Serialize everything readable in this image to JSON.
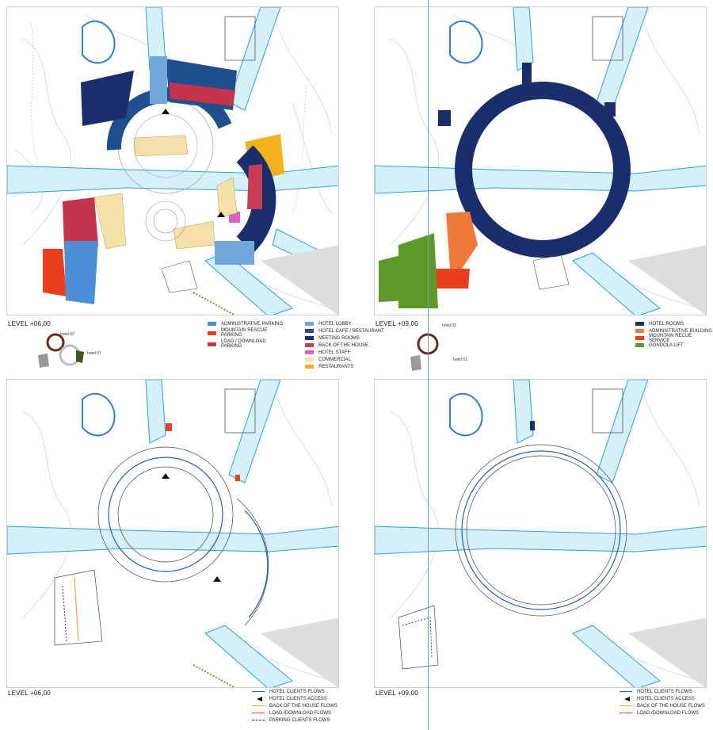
{
  "panels": [
    {
      "id": "top-left",
      "level": "LEVEL +06,00",
      "legend": [
        {
          "label": "ADMINISTRATIVE PARKING",
          "color": "#4d8fd6"
        },
        {
          "label": "MOUNTAIN RESCUE PARKING",
          "color": "#e8401c"
        },
        {
          "label": "LOAD / DOWNLOAD PARKING",
          "color": "#c4344d"
        },
        {
          "label": "HOTEL LOBBY",
          "color": "#6fa6dc"
        },
        {
          "label": "HOTEL CAFE / RESTAURANT",
          "color": "#1f4f8e"
        },
        {
          "label": "MEETING ROOMS",
          "color": "#1a2e6b"
        },
        {
          "label": "BACK OF THE HOUSE",
          "color": "#c63c53"
        },
        {
          "label": "HOTEL STAFF",
          "color": "#d862c6"
        },
        {
          "label": "COMMERCIAL",
          "color": "#f4e0a8"
        },
        {
          "label": "RESTAURANTS",
          "color": "#f2b21e"
        }
      ],
      "mini_labels": [
        "hotel 02",
        "hotel 01"
      ]
    },
    {
      "id": "top-right",
      "level": "LEVEL +09,00",
      "legend": [
        {
          "label": "HOTEL ROOMS",
          "color": "#1a2e6b"
        },
        {
          "label": "ADMINISTRATIVE BUILDING",
          "color": "#f07a3a"
        },
        {
          "label": "MOUNTAIN RECUE SERVICE",
          "color": "#e8401c"
        },
        {
          "label": "GONDOLA LIFT",
          "color": "#5e9a2a"
        }
      ],
      "mini_labels": [
        "hotel 02",
        "hotel 01"
      ]
    },
    {
      "id": "bottom-left",
      "level": "LEVEL +06,00",
      "legend": [
        {
          "label": "HOTEL CLIENTS FLOWS",
          "kind": "line",
          "color": "#1e5fbf"
        },
        {
          "label": "HOTEL CLIENTS ACCESS",
          "kind": "triangle",
          "color": "#111111"
        },
        {
          "label": "BACK OF THE HOUSE FLOWS",
          "kind": "line",
          "color": "#f0a050"
        },
        {
          "label": "LOAD /DOWNLOAD FLOWS",
          "kind": "line",
          "color": "#d0405a"
        },
        {
          "label": "PARKING CLIENTS FLOWS",
          "kind": "dash",
          "color": "#1e3f9f"
        }
      ]
    },
    {
      "id": "bottom-right",
      "level": "LEVEL +09,00",
      "legend": [
        {
          "label": "HOTEL CLIENTS FLOWS",
          "kind": "line",
          "color": "#1e5fbf"
        },
        {
          "label": "HOTEL CLIENTS ACCESS",
          "kind": "triangle",
          "color": "#111111"
        },
        {
          "label": "BACK OF THE HOUSE FLOWS",
          "kind": "line",
          "color": "#f0a050"
        },
        {
          "label": "LOAD /DOWNLOAD FLOWS",
          "kind": "line",
          "color": "#d0405a"
        }
      ]
    }
  ]
}
